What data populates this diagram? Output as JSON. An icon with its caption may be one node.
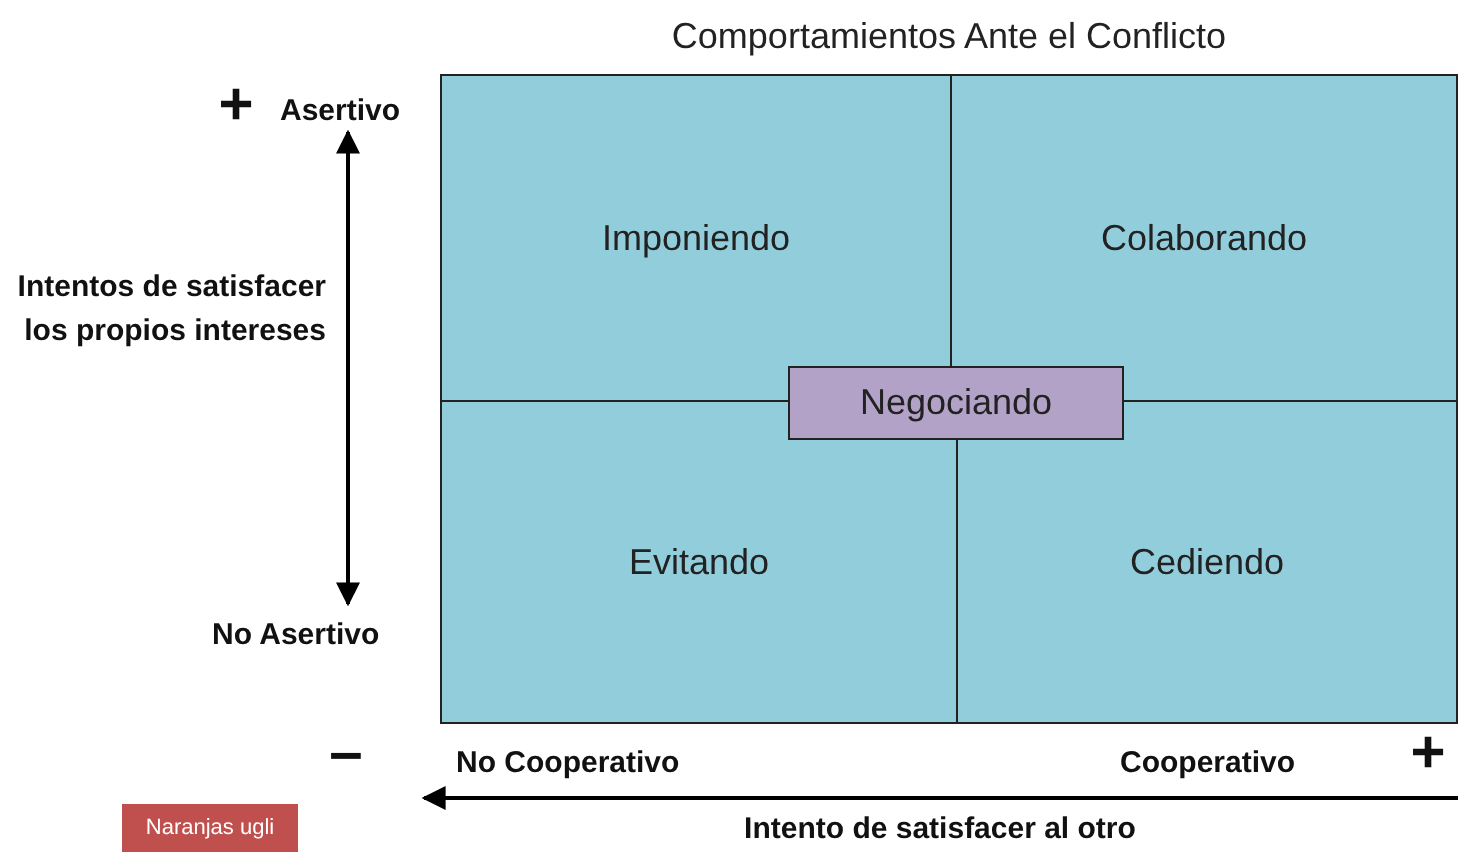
{
  "diagram": {
    "title": "Comportamientos Ante el Conflicto",
    "nodes": [
      {
        "text": [
          "Imponiendo"
        ]
      },
      {
        "text": [
          "Colaborando"
        ]
      },
      {
        "text": [
          "Evitando"
        ]
      },
      {
        "text": [
          "Cediendo"
        ]
      },
      {
        "text": [
          "Negociando"
        ]
      },
      {
        "text": [
          "Naranjas ugli"
        ]
      }
    ],
    "labels": [
      "+",
      "Asertivo",
      "Intentos de satisfacer los propios intereses",
      "No Asertivo",
      "–",
      "No Cooperativo",
      "Cooperativo",
      "+",
      "Intento de satisfacer al otro"
    ]
  }
}
